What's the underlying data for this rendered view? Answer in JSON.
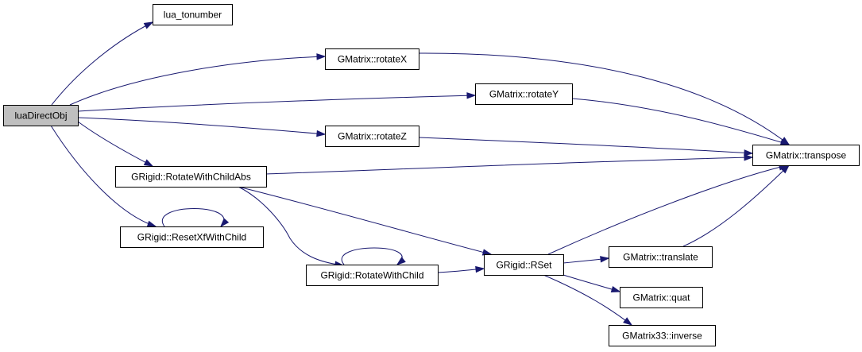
{
  "diagram": {
    "edge_color": "#191970",
    "root_fill": "#bfbfbf",
    "nodes": [
      {
        "id": "luaDirectObj",
        "label": "luaDirectObj",
        "root": true
      },
      {
        "id": "lua_tonumber",
        "label": "lua_tonumber"
      },
      {
        "id": "rotateX",
        "label": "GMatrix::rotateX"
      },
      {
        "id": "rotateY",
        "label": "GMatrix::rotateY"
      },
      {
        "id": "rotateZ",
        "label": "GMatrix::rotateZ"
      },
      {
        "id": "transpose",
        "label": "GMatrix::transpose"
      },
      {
        "id": "RotateWithChildAbs",
        "label": "GRigid::RotateWithChildAbs"
      },
      {
        "id": "ResetXfWithChild",
        "label": "GRigid::ResetXfWithChild"
      },
      {
        "id": "RotateWithChild",
        "label": "GRigid::RotateWithChild"
      },
      {
        "id": "RSet",
        "label": "GRigid::RSet"
      },
      {
        "id": "translate",
        "label": "GMatrix::translate"
      },
      {
        "id": "quat",
        "label": "GMatrix::quat"
      },
      {
        "id": "inverse",
        "label": "GMatrix33::inverse"
      }
    ],
    "edges": [
      {
        "from": "luaDirectObj",
        "to": "lua_tonumber"
      },
      {
        "from": "luaDirectObj",
        "to": "rotateX"
      },
      {
        "from": "luaDirectObj",
        "to": "rotateY"
      },
      {
        "from": "luaDirectObj",
        "to": "rotateZ"
      },
      {
        "from": "luaDirectObj",
        "to": "RotateWithChildAbs"
      },
      {
        "from": "luaDirectObj",
        "to": "ResetXfWithChild"
      },
      {
        "from": "rotateX",
        "to": "transpose"
      },
      {
        "from": "rotateY",
        "to": "transpose"
      },
      {
        "from": "rotateZ",
        "to": "transpose"
      },
      {
        "from": "RotateWithChildAbs",
        "to": "transpose"
      },
      {
        "from": "RotateWithChildAbs",
        "to": "RSet"
      },
      {
        "from": "RotateWithChildAbs",
        "to": "RotateWithChild"
      },
      {
        "from": "ResetXfWithChild",
        "to": "ResetXfWithChild"
      },
      {
        "from": "RotateWithChild",
        "to": "RotateWithChild"
      },
      {
        "from": "RotateWithChild",
        "to": "RSet"
      },
      {
        "from": "RSet",
        "to": "transpose"
      },
      {
        "from": "RSet",
        "to": "translate"
      },
      {
        "from": "RSet",
        "to": "quat"
      },
      {
        "from": "RSet",
        "to": "inverse"
      },
      {
        "from": "translate",
        "to": "transpose"
      }
    ]
  }
}
